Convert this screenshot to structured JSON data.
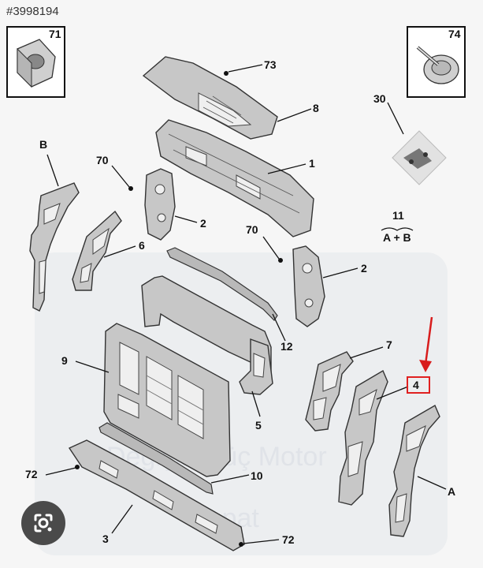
{
  "header": {
    "code": "#3998194"
  },
  "callouts": {
    "n71": "71",
    "n74": "74",
    "n73": "73",
    "n8": "8",
    "n30": "30",
    "nB": "B",
    "n70a": "70",
    "n1": "1",
    "n2a": "2",
    "n11": "11",
    "n11sub": "A + B",
    "n6": "6",
    "n70b": "70",
    "n2b": "2",
    "n12": "12",
    "n7": "7",
    "n9": "9",
    "n4": "4",
    "n5": "5",
    "n72a": "72",
    "n10": "10",
    "nA": "A",
    "n3": "3",
    "n72b": "72"
  },
  "watermark": {
    "line1": "Değişik Güç Motor",
    "line2": "Kapat"
  },
  "colors": {
    "highlight": "#e02020",
    "arrow": "#d81c1c",
    "lens_bg": "#4a4a4a"
  },
  "icons": {
    "lens": "google-lens-icon"
  }
}
